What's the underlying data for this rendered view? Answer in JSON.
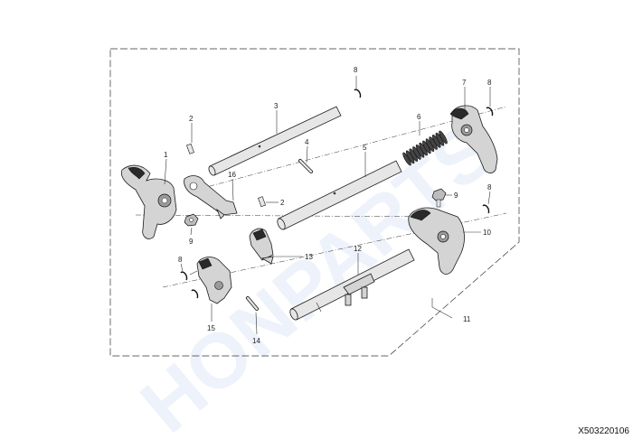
{
  "watermark": "HONPARTS",
  "diagram_code": "X503220106",
  "callouts": [
    {
      "id": "c1",
      "text": "1"
    },
    {
      "id": "c2a",
      "text": "2"
    },
    {
      "id": "c2b",
      "text": "2"
    },
    {
      "id": "c3",
      "text": "3"
    },
    {
      "id": "c4",
      "text": "4"
    },
    {
      "id": "c5",
      "text": "5"
    },
    {
      "id": "c6",
      "text": "6"
    },
    {
      "id": "c7",
      "text": "7"
    },
    {
      "id": "c8a",
      "text": "8"
    },
    {
      "id": "c8b",
      "text": "8"
    },
    {
      "id": "c8c",
      "text": "8"
    },
    {
      "id": "c8d",
      "text": "8"
    },
    {
      "id": "c9a",
      "text": "9"
    },
    {
      "id": "c9b",
      "text": "9"
    },
    {
      "id": "c10",
      "text": "10"
    },
    {
      "id": "c11",
      "text": "11"
    },
    {
      "id": "c12",
      "text": "12"
    },
    {
      "id": "c13",
      "text": "13"
    },
    {
      "id": "c14",
      "text": "14"
    },
    {
      "id": "c15",
      "text": "15"
    },
    {
      "id": "c16",
      "text": "16"
    }
  ]
}
